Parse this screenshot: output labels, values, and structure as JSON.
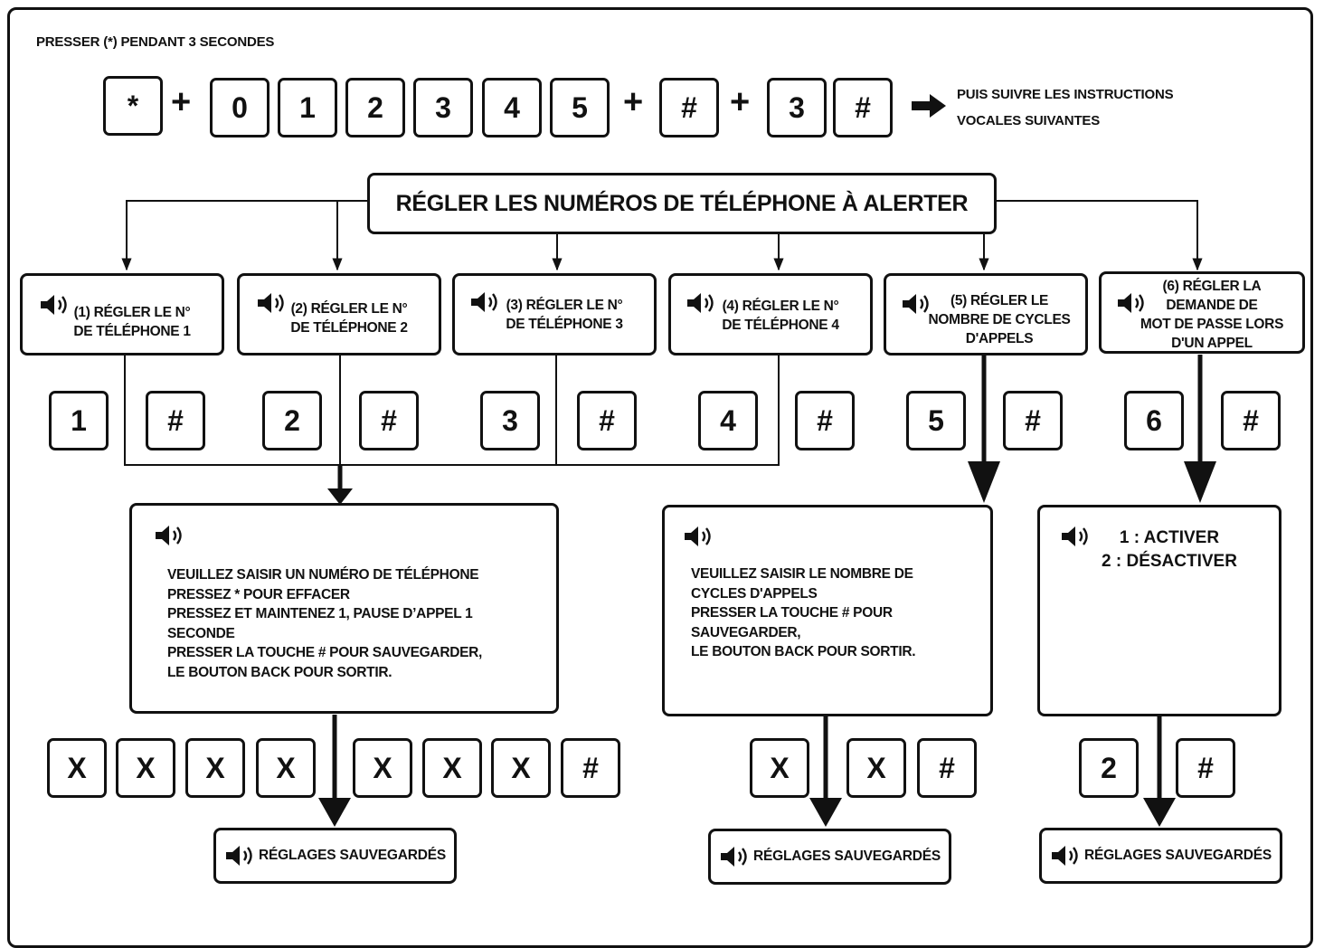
{
  "instruction_top": "PRESSER (*) PENDANT 3 SECONDES",
  "sequence": {
    "keys": [
      "*",
      "0",
      "1",
      "2",
      "3",
      "4",
      "5",
      "#",
      "3",
      "#"
    ],
    "plus": "+",
    "note_line1": "PUIS SUIVRE LES INSTRUCTIONS",
    "note_line2": "VOCALES SUIVANTES"
  },
  "header": "RÉGLER LES NUMÉROS DE TÉLÉPHONE À ALERTER",
  "steps": [
    {
      "label": "(1) RÉGLER LE N°\nDE TÉLÉPHONE 1",
      "key": "1",
      "confirm": "#"
    },
    {
      "label": "(2) RÉGLER LE N°\nDE TÉLÉPHONE 2",
      "key": "2",
      "confirm": "#"
    },
    {
      "label": "(3) RÉGLER LE N°\nDE TÉLÉPHONE 3",
      "key": "3",
      "confirm": "#"
    },
    {
      "label": "(4) RÉGLER LE N°\nDE TÉLÉPHONE 4",
      "key": "4",
      "confirm": "#"
    },
    {
      "label": "(5) RÉGLER LE\nNOMBRE DE CYCLES\nD'APPELS",
      "key": "5",
      "confirm": "#"
    },
    {
      "label": "(6) RÉGLER LA\nDEMANDE DE\nMOT DE PASSE LORS\nD'UN APPEL",
      "key": "6",
      "confirm": "#"
    }
  ],
  "prompts": {
    "phone": "VEUILLEZ SAISIR UN NUMÉRO DE TÉLÉPHONE\nPRESSEZ * POUR EFFACER\nPRESSEZ ET MAINTENEZ 1, PAUSE D’APPEL 1\nSECONDE\nPRESSER LA TOUCHE # POUR SAUVEGARDER,\nLE BOUTON BACK POUR SORTIR.",
    "cycles": "VEUILLEZ SAISIR LE NOMBRE DE\nCYCLES D'APPELS\nPRESSER LA TOUCHE # POUR\nSAUVEGARDER,\nLE BOUTON BACK POUR SORTIR.",
    "password": "1 : ACTIVER\n2 : DÉSACTIVER"
  },
  "entries": {
    "phone": [
      "X",
      "X",
      "X",
      "X",
      "X",
      "X",
      "X",
      "#"
    ],
    "cycles": [
      "X",
      "X",
      "#"
    ],
    "password": [
      "2",
      "#"
    ]
  },
  "saved_label": "RÉGLAGES SAUVEGARDÉS",
  "icons": {
    "speaker": "speaker-icon",
    "arrow": "right-arrow-icon"
  }
}
